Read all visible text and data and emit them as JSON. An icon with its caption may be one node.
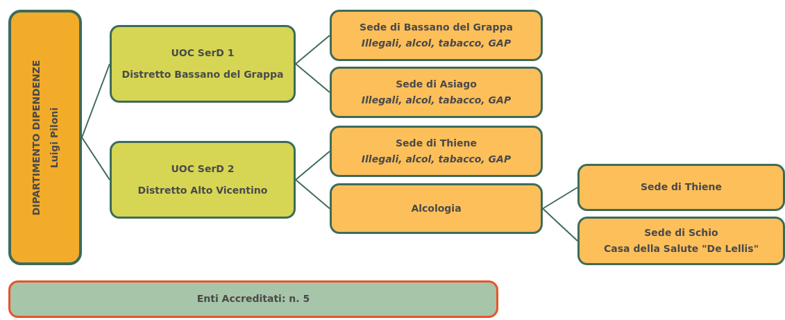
{
  "diagram": {
    "nodes": [
      {
        "text": [
          "DIPARTIMENTO DIPENDENZE",
          "Luigi Piloni"
        ]
      },
      {
        "text": [
          "UOC SerD 1",
          "Distretto Bassano del Grappa"
        ]
      },
      {
        "text": [
          "UOC  SerD 2",
          "Distretto Alto Vicentino"
        ]
      },
      {
        "text": [
          "Sede di Bassano del Grappa",
          "Illegali, alcol, tabacco, GAP"
        ]
      },
      {
        "text": [
          "Sede di Asiago",
          "Illegali, alcol, tabacco, GAP"
        ]
      },
      {
        "text": [
          "Sede di Thiene",
          "Illegali, alcol, tabacco, GAP"
        ]
      },
      {
        "text": [
          "Alcologia"
        ]
      },
      {
        "text": [
          "Sede di Thiene"
        ]
      },
      {
        "text": [
          "Sede di Schio",
          "Casa della Salute \"De Lellis\""
        ]
      },
      {
        "text": [
          "Enti Accreditati: n. 5"
        ]
      }
    ],
    "edges": [
      {
        "from": 0,
        "to": 1,
        "arrow": "none"
      },
      {
        "from": 0,
        "to": 2,
        "arrow": "none"
      },
      {
        "from": 1,
        "to": 3,
        "arrow": "none"
      },
      {
        "from": 1,
        "to": 4,
        "arrow": "none"
      },
      {
        "from": 2,
        "to": 5,
        "arrow": "none"
      },
      {
        "from": 2,
        "to": 6,
        "arrow": "none"
      },
      {
        "from": 6,
        "to": 7,
        "arrow": "none"
      },
      {
        "from": 6,
        "to": 8,
        "arrow": "none"
      }
    ]
  }
}
